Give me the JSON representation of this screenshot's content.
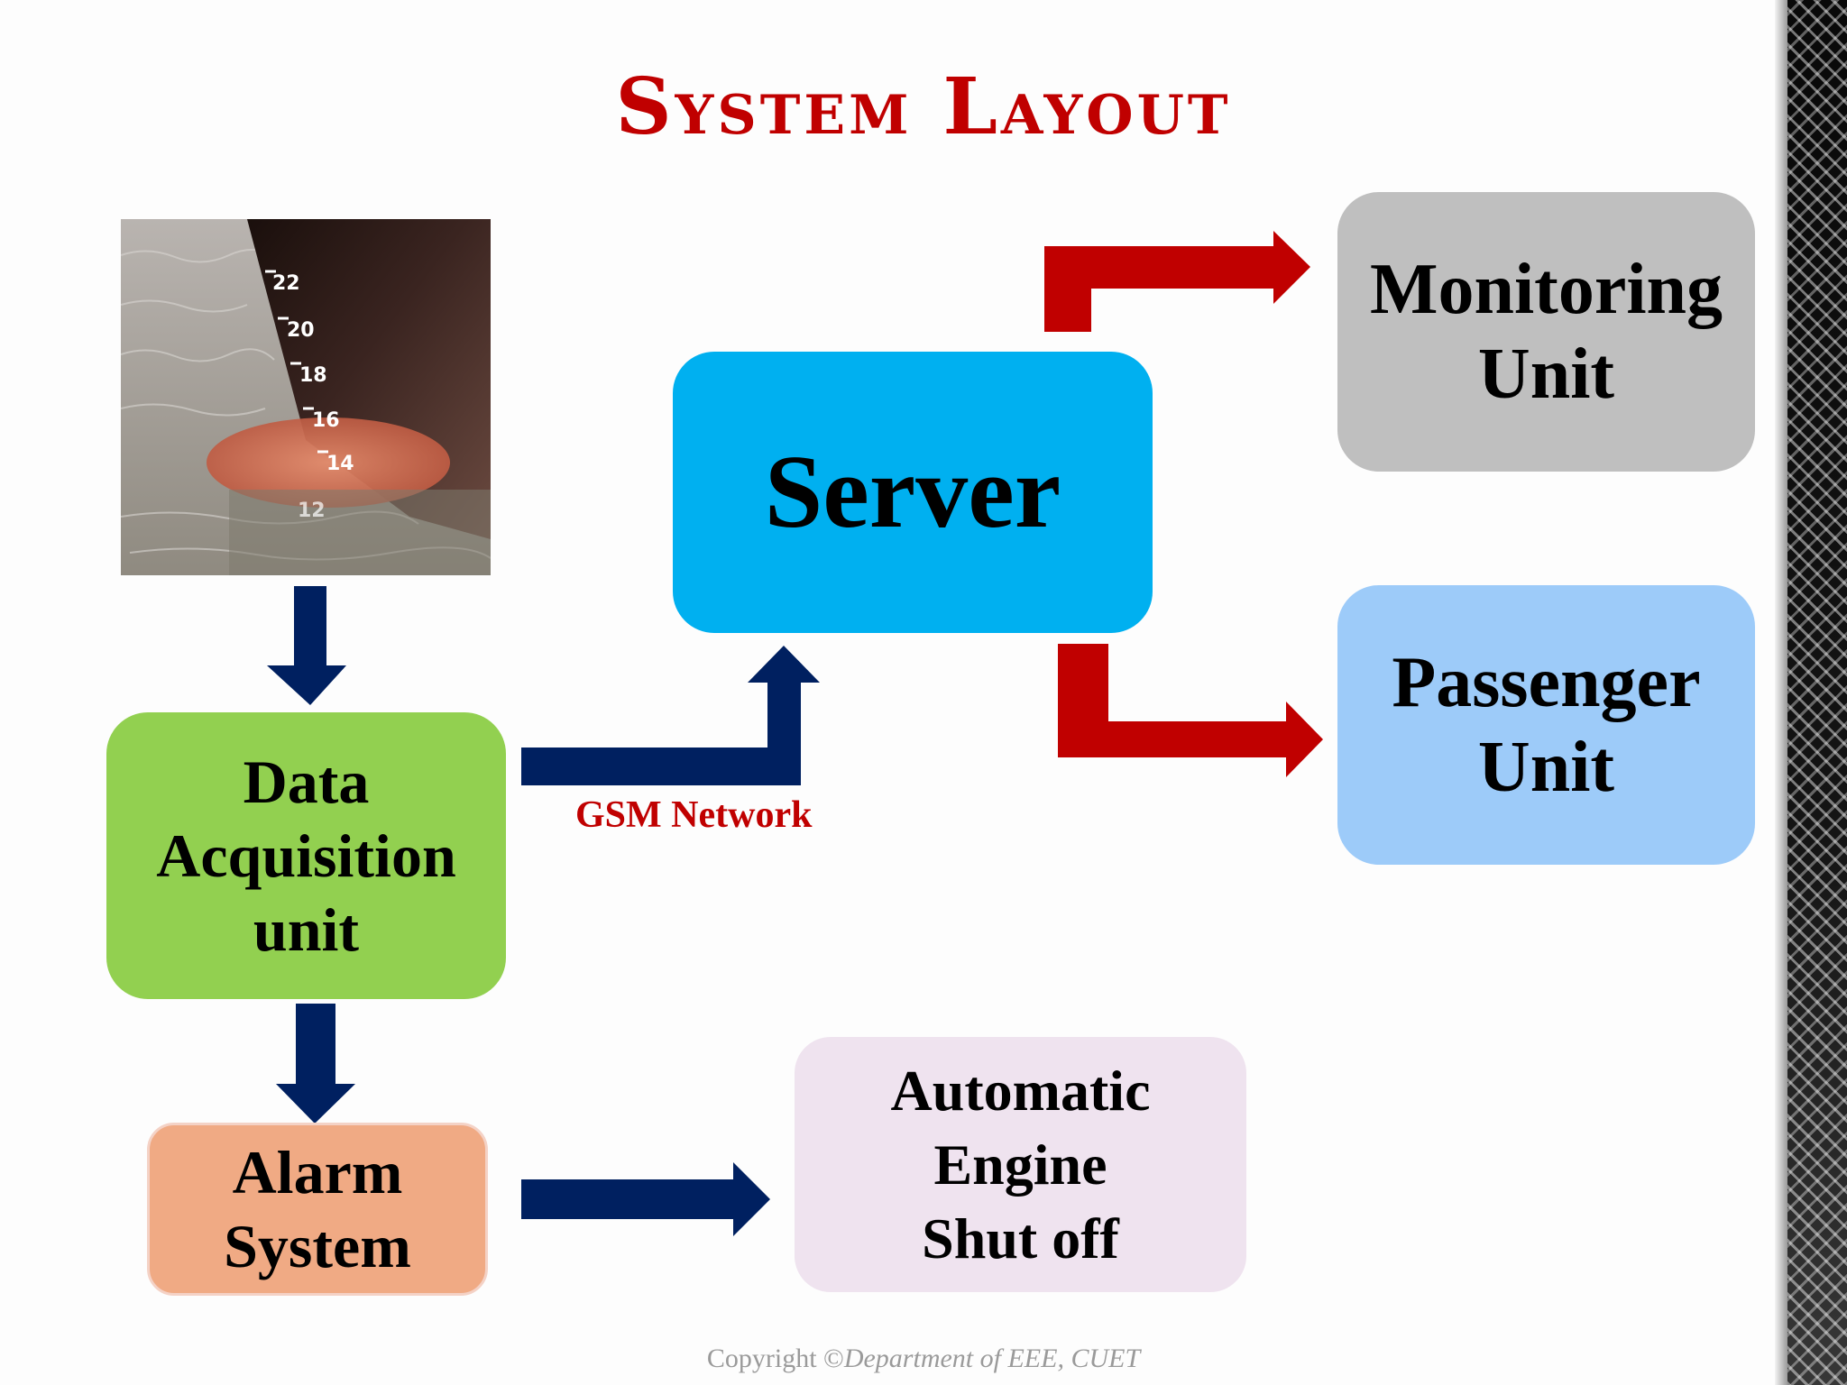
{
  "title": "System Layout",
  "nodes": {
    "server": "Server",
    "monitoring_unit": "Monitoring\nUnit",
    "passenger_unit": "Passenger\nUnit",
    "data_acquisition_unit": "Data\nAcquisition\nunit",
    "alarm_system": "Alarm\nSystem",
    "engine_shutoff": "Automatic\nEngine\nShut off"
  },
  "edge_labels": {
    "gsm": "GSM Network"
  },
  "photo": {
    "draft_marks": [
      "22",
      "20",
      "18",
      "16",
      "14",
      "12"
    ]
  },
  "footer": {
    "prefix": "Copyright ©",
    "org": "Department of EEE, CUET"
  },
  "colors": {
    "title": "#c00000",
    "arrow_blue": "#002060",
    "arrow_red": "#c00000",
    "server": "#00b0f0",
    "monitoring": "#bfbfbf",
    "passenger": "#9dcbf9",
    "data_acquisition": "#92d050",
    "alarm": "#f0aa84",
    "engine": "#efe3ef"
  }
}
